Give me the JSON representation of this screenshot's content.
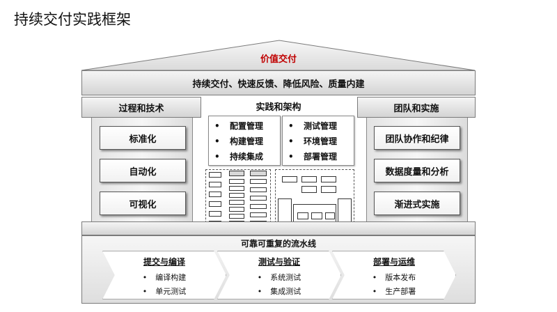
{
  "page_title": "持续交付实践框架",
  "roof": {
    "label": "价值交付",
    "color": "#c00000"
  },
  "beam": {
    "label": "持续交付、快速反馈、降低风险、质量内建"
  },
  "left_pillar": {
    "header": "过程和技术",
    "items": [
      "标准化",
      "自动化",
      "可视化"
    ]
  },
  "center_pillar": {
    "header": "实践和架构",
    "list_left": [
      "配置管理",
      "构建管理",
      "持续集成"
    ],
    "list_right": [
      "测试管理",
      "环境管理",
      "部署管理"
    ]
  },
  "right_pillar": {
    "header": "团队和实施",
    "items": [
      "团队协作和纪律",
      "数据度量和分析",
      "渐进式实施"
    ]
  },
  "pipeline": {
    "label": "可靠可重复的流水线",
    "stages": [
      {
        "title": "提交与编译",
        "items": [
          "编译构建",
          "单元测试"
        ]
      },
      {
        "title": "测试与验证",
        "items": [
          "系统测试",
          "集成测试"
        ]
      },
      {
        "title": "部署与运维",
        "items": [
          "版本发布",
          "生产部署"
        ]
      }
    ]
  },
  "colors": {
    "border": "#7a7a7a",
    "gradient_top": "#f5f5f5",
    "gradient_bottom": "#d4d4d4"
  }
}
